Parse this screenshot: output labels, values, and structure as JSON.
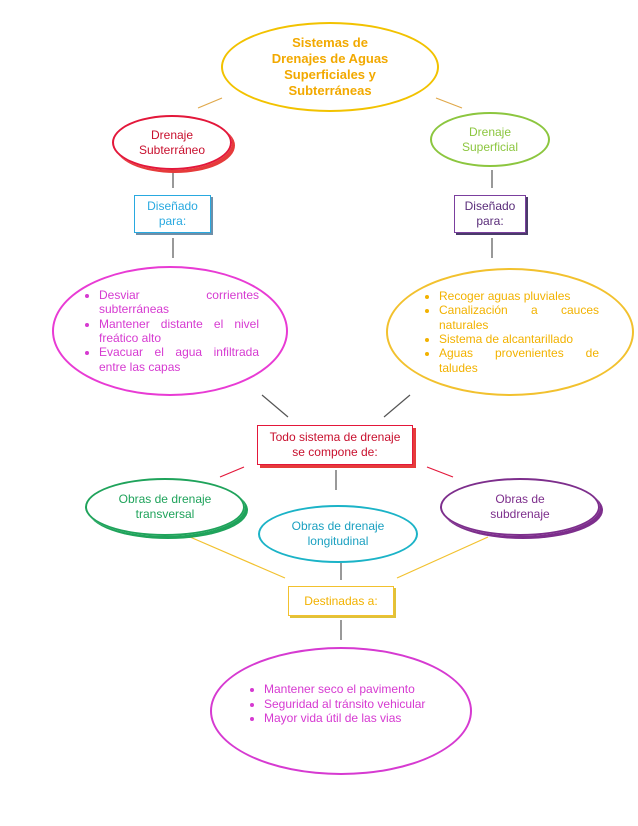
{
  "colors": {
    "yellow": "#f2c200",
    "red": "#e3173a",
    "green": "#8cc63f",
    "cyan": "#29a9e0",
    "purple": "#7b3f9e",
    "magenta": "#e83bd4",
    "gold": "#f2c12e",
    "crimson": "#c8102e",
    "darkgreen": "#1fa35b",
    "teal": "#1bb3c7",
    "violet": "#7d2e8c",
    "pink": "#d63ad1",
    "connector": "#e0a84a"
  },
  "root": {
    "title": "Sistemas de Drenajes de Aguas Superficiales y Subterráneas"
  },
  "subterraneo": {
    "label": "Drenaje Subterráneo",
    "designed_for": "Diseñado para:",
    "uses": [
      "Desviar corrientes subterráneas",
      "Mantener distante el nivel freático alto",
      "Evacuar el agua infiltrada entre las capas"
    ]
  },
  "superficial": {
    "label": "Drenaje Superficial",
    "designed_for": "Diseñado para:",
    "uses": [
      "Recoger aguas pluviales",
      "Canalización a cauces naturales",
      "Sistema de alcantarillado",
      "Aguas provenientes de taludes"
    ]
  },
  "composition": {
    "label": "Todo sistema de drenaje se compone de:",
    "parts": {
      "transversal": "Obras de drenaje transversal",
      "longitudinal": "Obras de drenaje longitudinal",
      "subdrenaje": "Obras de subdrenaje"
    }
  },
  "destination": {
    "label": "Destinadas a:",
    "items": [
      "Mantener seco el pavimento",
      "Seguridad al tránsito vehicular",
      "Mayor vida útil de las vias"
    ]
  }
}
